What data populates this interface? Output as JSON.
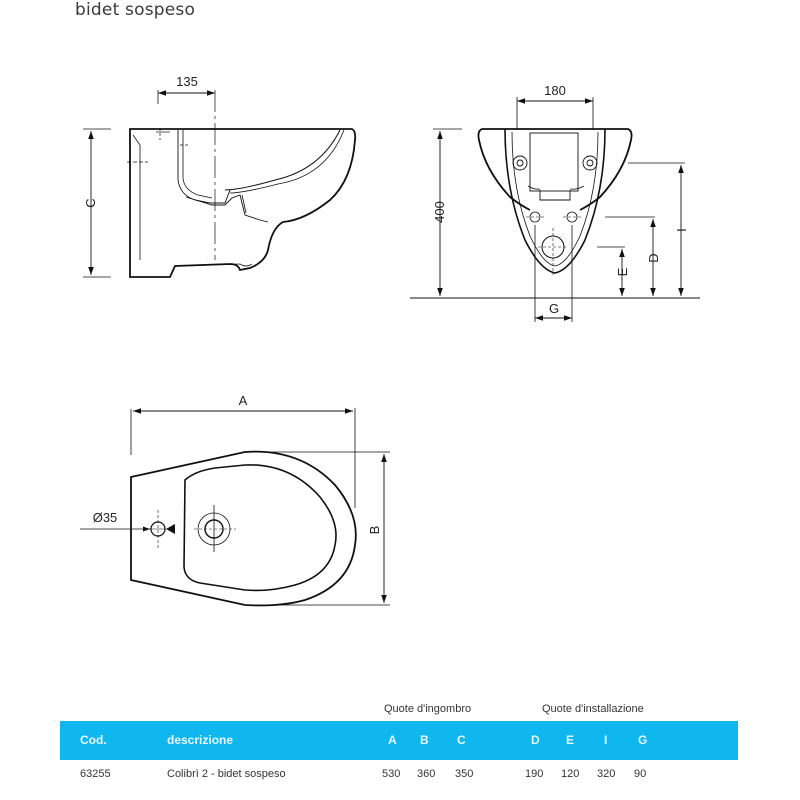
{
  "page": {
    "title": "bidet sospeso"
  },
  "drawings": {
    "side_view": {
      "dim_top": "135",
      "dim_left": "C"
    },
    "front_view": {
      "dim_top": "180",
      "dim_left": "400",
      "dim_bottom": "G",
      "dim_right": [
        "E",
        "D",
        "I"
      ]
    },
    "top_view": {
      "dim_top": "A",
      "dim_right": "B",
      "dim_hole": "Ø35"
    }
  },
  "table": {
    "group_labels": {
      "ingombro": "Quote d'ingombro",
      "installazione": "Quote d'installazione"
    },
    "header": {
      "cod": "Cod.",
      "descrizione": "descrizione",
      "A": "A",
      "B": "B",
      "C": "C",
      "D": "D",
      "E": "E",
      "I": "I",
      "G": "G"
    },
    "rows": [
      {
        "cod": "63255",
        "descrizione": "Colibrì 2 - bidet sospeso",
        "A": "530",
        "B": "360",
        "C": "350",
        "D": "190",
        "E": "120",
        "I": "320",
        "G": "90"
      }
    ],
    "colors": {
      "header_band": "#10b6ee",
      "header_text": "#e8f8ff"
    }
  }
}
